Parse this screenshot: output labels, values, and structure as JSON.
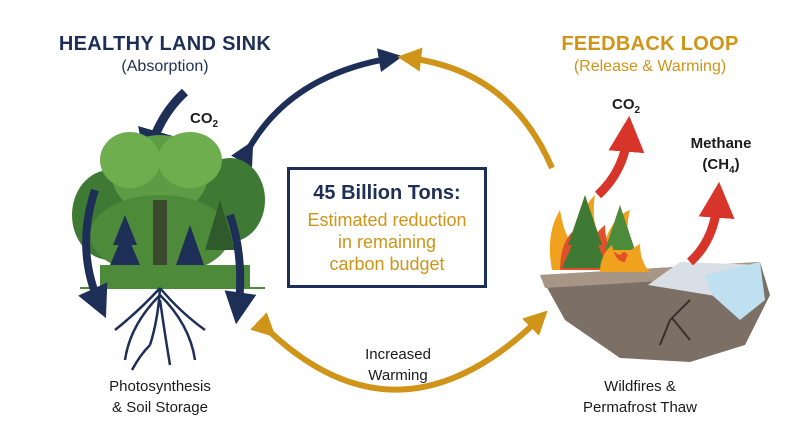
{
  "left": {
    "title": "HEALTHY LAND SINK",
    "subtitle": "(Absorption)",
    "co2_main": "CO",
    "co2_sub": "2",
    "caption_line1": "Photosynthesis",
    "caption_line2": "& Soil Storage"
  },
  "right": {
    "title": "FEEDBACK LOOP",
    "subtitle": "(Release & Warming)",
    "co2_main": "CO",
    "co2_sub": "2",
    "methane_line1": "Methane",
    "methane_main": "(CH",
    "methane_sub": "4",
    "methane_close": ")",
    "caption_line1": "Wildfires &",
    "caption_line2": "Permafrost Thaw"
  },
  "center": {
    "headline": "45 Billion Tons:",
    "body_line1": "Estimated reduction",
    "body_line2": "in remaining",
    "body_line3": "carbon budget"
  },
  "bottom": {
    "line1": "Increased",
    "line2": "Warming"
  },
  "colors": {
    "navy": "#1e2f57",
    "gold": "#cf9418",
    "red": "#d8352a",
    "green": "#4d8a3a"
  }
}
